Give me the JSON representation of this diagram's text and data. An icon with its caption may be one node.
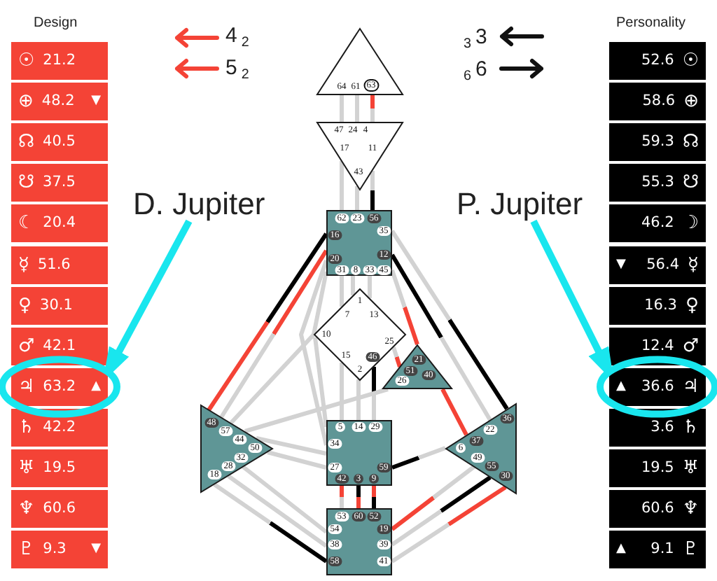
{
  "diagram": {
    "nodes": [
      {
        "text": [
          "☉",
          "21.2"
        ]
      },
      {
        "text": [
          "⊕",
          "48.2",
          "▼"
        ]
      },
      {
        "text": [
          "☊",
          "40.5"
        ]
      },
      {
        "text": [
          "☋",
          "37.5"
        ]
      },
      {
        "text": [
          "☾",
          "20.4"
        ]
      },
      {
        "text": [
          "☿",
          "51.6"
        ]
      },
      {
        "text": [
          "♀",
          "30.1"
        ]
      },
      {
        "text": [
          "♂",
          "42.1"
        ]
      },
      {
        "text": [
          "♃",
          "63.2",
          "▲"
        ]
      },
      {
        "text": [
          "♄",
          "42.2"
        ]
      },
      {
        "text": [
          "♅",
          "19.5"
        ]
      },
      {
        "text": [
          "♆",
          "60.6"
        ]
      },
      {
        "text": [
          "♇",
          "9.3",
          "▼"
        ]
      },
      {
        "text": [
          "64",
          "61",
          "63"
        ]
      },
      {
        "text": [
          "47",
          "24",
          "4",
          "17",
          "11",
          "43"
        ]
      },
      {
        "text": [
          "62",
          "23",
          "56",
          "16",
          "35",
          "20",
          "12",
          "31",
          "8",
          "33",
          "45"
        ]
      },
      {
        "text": [
          "1",
          "7",
          "13",
          "10",
          "25",
          "15",
          "46",
          "2"
        ]
      },
      {
        "text": [
          "21",
          "51",
          "40",
          "26"
        ]
      },
      {
        "text": [
          "48",
          "57",
          "44",
          "50",
          "32",
          "28",
          "18"
        ]
      },
      {
        "text": [
          "5",
          "14",
          "29",
          "34",
          "27",
          "59",
          "42",
          "3",
          "9"
        ]
      },
      {
        "text": [
          "36",
          "22",
          "37",
          "6",
          "49",
          "55",
          "30"
        ]
      },
      {
        "text": [
          "53",
          "60",
          "52",
          "54",
          "19",
          "38",
          "39",
          "58",
          "41"
        ]
      },
      {
        "text": [
          "52.6",
          "☉"
        ]
      },
      {
        "text": [
          "58.6",
          "⊕"
        ]
      },
      {
        "text": [
          "59.3",
          "☊"
        ]
      },
      {
        "text": [
          "55.3",
          "☋"
        ]
      },
      {
        "text": [
          "46.2",
          "☽"
        ]
      },
      {
        "text": [
          "▼",
          "56.4",
          "☿"
        ]
      },
      {
        "text": [
          "16.3",
          "♀"
        ]
      },
      {
        "text": [
          "12.4",
          "♂"
        ]
      },
      {
        "text": [
          "▲",
          "36.6",
          "♃"
        ]
      },
      {
        "text": [
          "3.6",
          "♄"
        ]
      },
      {
        "text": [
          "19.5",
          "♅"
        ]
      },
      {
        "text": [
          "60.6",
          "♆"
        ]
      },
      {
        "text": [
          "▲",
          "9.1",
          "♇"
        ]
      },
      {
        "text": [
          "D. Jupiter"
        ]
      },
      {
        "text": [
          "P. Jupiter"
        ]
      }
    ],
    "edges": [
      {
        "from": 13,
        "to": 14,
        "arrow": "none"
      },
      {
        "from": 13,
        "to": 14,
        "arrow": "none"
      },
      {
        "from": 13,
        "to": 14,
        "arrow": "none",
        "color": "#f44336"
      },
      {
        "from": 14,
        "to": 15,
        "arrow": "none"
      },
      {
        "from": 14,
        "to": 15,
        "arrow": "none"
      },
      {
        "from": 15,
        "to": 14,
        "arrow": "none",
        "color": "#000000"
      },
      {
        "from": 15,
        "to": 16,
        "arrow": "none"
      },
      {
        "from": 15,
        "to": 16,
        "arrow": "none"
      },
      {
        "from": 15,
        "to": 16,
        "arrow": "none"
      },
      {
        "from": 15,
        "to": 16,
        "arrow": "none"
      },
      {
        "from": 17,
        "to": 15,
        "arrow": "none",
        "color": "#f44336"
      },
      {
        "from": 15,
        "to": 18,
        "arrow": "none",
        "color": "#000000"
      },
      {
        "from": 15,
        "to": 18,
        "arrow": "none",
        "color": "#f44336"
      },
      {
        "from": 20,
        "to": 15,
        "arrow": "none",
        "color": "#000000"
      },
      {
        "from": 15,
        "to": 20,
        "arrow": "none",
        "color": "#000000"
      },
      {
        "from": 15,
        "to": 19,
        "arrow": "none"
      },
      {
        "from": 17,
        "to": 16,
        "arrow": "none",
        "color": "#f44336"
      },
      {
        "from": 16,
        "to": 19,
        "arrow": "none"
      },
      {
        "from": 16,
        "to": 19,
        "arrow": "none"
      },
      {
        "from": 16,
        "to": 19,
        "arrow": "none",
        "color": "#000000"
      },
      {
        "from": 16,
        "to": 19,
        "arrow": "none"
      },
      {
        "from": 16,
        "to": 18,
        "arrow": "none"
      },
      {
        "from": 17,
        "to": 18,
        "arrow": "none"
      },
      {
        "from": 17,
        "to": 20,
        "arrow": "none",
        "color": "#f44336"
      },
      {
        "from": 19,
        "to": 18,
        "arrow": "none"
      },
      {
        "from": 19,
        "to": 18,
        "arrow": "none"
      },
      {
        "from": 19,
        "to": 20,
        "arrow": "none",
        "color": "#000000"
      },
      {
        "from": 19,
        "to": 21,
        "arrow": "none",
        "color": "#f44336"
      },
      {
        "from": 19,
        "to": 21,
        "arrow": "none",
        "color": "#000000"
      },
      {
        "from": 19,
        "to": 21,
        "arrow": "none",
        "color": "#f44336"
      },
      {
        "from": 18,
        "to": 21,
        "arrow": "none"
      },
      {
        "from": 18,
        "to": 21,
        "arrow": "none"
      },
      {
        "from": 21,
        "to": 18,
        "arrow": "none",
        "color": "#000000"
      },
      {
        "from": 21,
        "to": 20,
        "arrow": "none",
        "color": "#f44336"
      },
      {
        "from": 20,
        "to": 21,
        "arrow": "none",
        "color": "#000000"
      },
      {
        "from": 20,
        "to": 21,
        "arrow": "none",
        "color": "#f44336"
      },
      {
        "from": 35,
        "to": 8,
        "arrow": "to",
        "color": "#19e6ee"
      },
      {
        "from": 36,
        "to": 30,
        "arrow": "to",
        "color": "#19e6ee"
      }
    ],
    "labels": [
      "Design",
      "Personality",
      "4$_{2}$",
      "$_{3}$3",
      "5$_{2}$",
      "$_{6}$6"
    ]
  }
}
